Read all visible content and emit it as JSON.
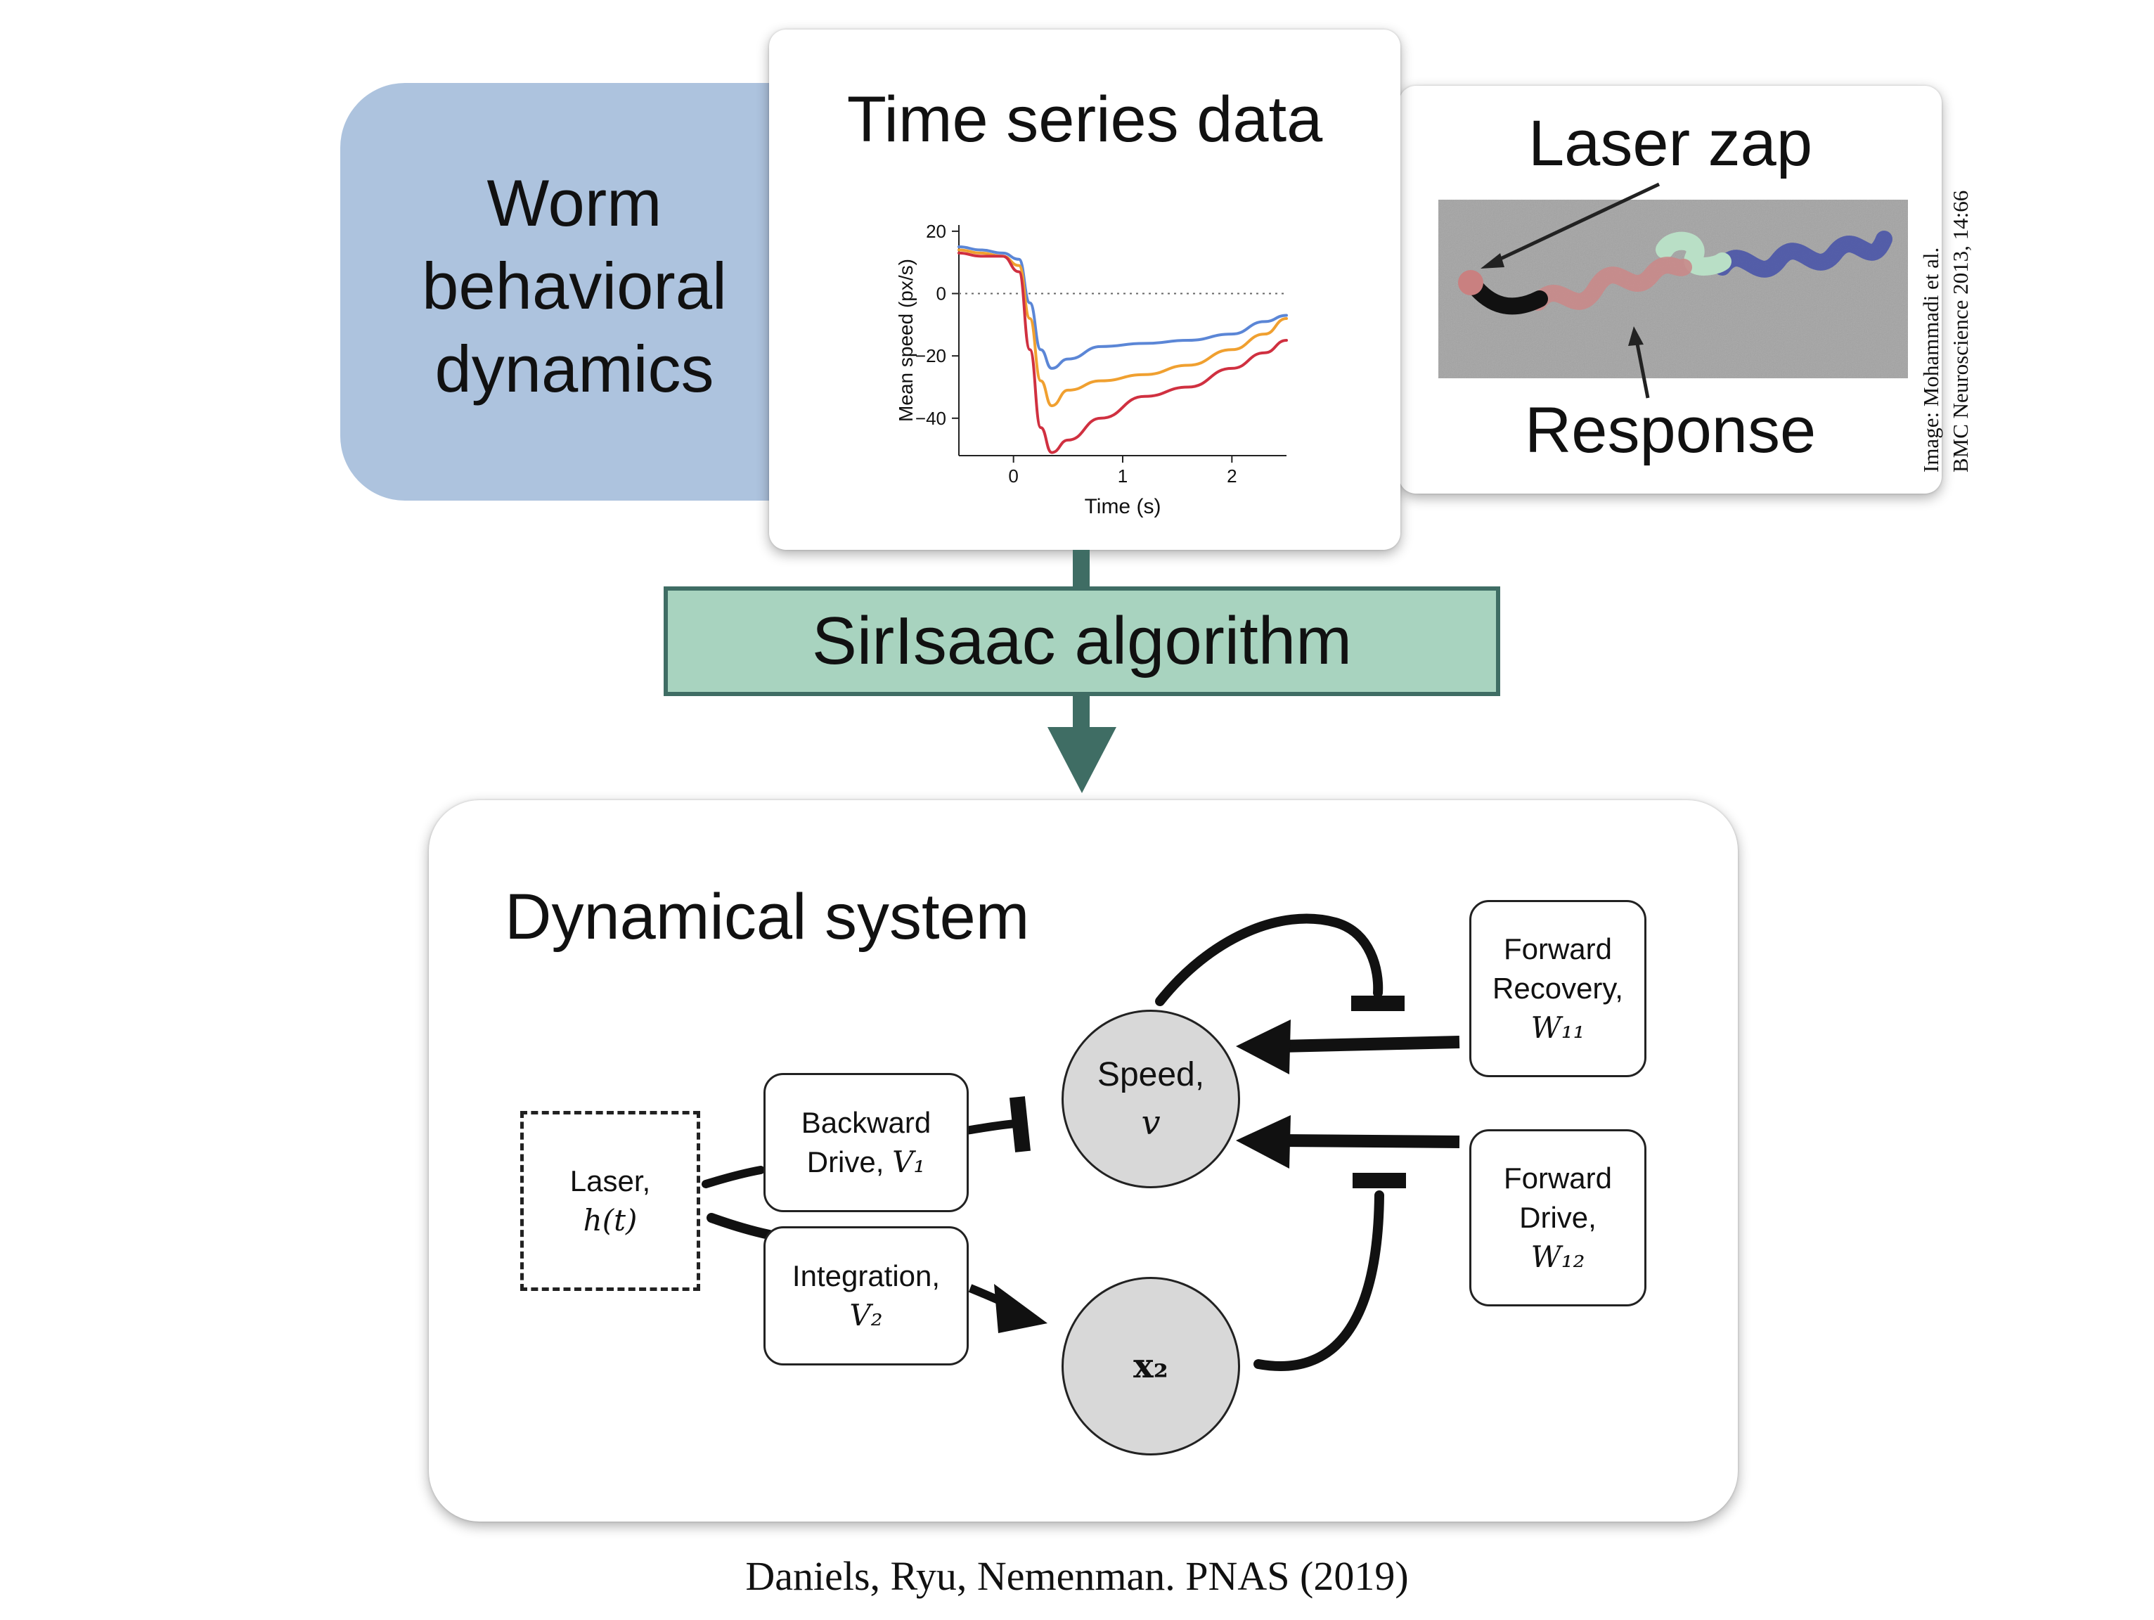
{
  "top": {
    "worm_lines": [
      "Worm",
      "behavioral",
      "dynamics"
    ],
    "time_series_title": "Time series data",
    "laser_title": "Laser zap",
    "response_title": "Response",
    "image_credit_line1": "Image: Mohammadi et al.",
    "image_credit_line2": "BMC Neuroscience 2013, 14:66"
  },
  "algorithm": {
    "label": "SirIsaac algorithm"
  },
  "dynamical": {
    "title": "Dynamical system",
    "laser": {
      "line1": "Laser,",
      "line2": "h(t)"
    },
    "backward": {
      "line1": "Backward",
      "line2": "Drive,",
      "var": "V₁"
    },
    "integration": {
      "line1": "Integration,",
      "var": "V₂"
    },
    "speed": {
      "line1": "Speed,",
      "var": "v"
    },
    "x2": {
      "label": "x₂"
    },
    "forward_recovery": {
      "line1": "Forward",
      "line2": "Recovery,",
      "var": "W₁₁"
    },
    "forward_drive": {
      "line1": "Forward",
      "line2": "Drive,",
      "var": "W₁₂"
    }
  },
  "citation": "Daniels, Ryu, Nemenman. PNAS (2019)",
  "colors": {
    "worm_box": "#adc3de",
    "algorithm_box": "#a8d3bf",
    "arrow": "#3f6d64"
  },
  "chart_data": {
    "type": "line",
    "xlabel": "Time (s)",
    "ylabel": "Mean speed (px/s)",
    "xlim": [
      -0.5,
      2.5
    ],
    "ylim": [
      -52,
      22
    ],
    "xticks": [
      0,
      1,
      2
    ],
    "yticks": [
      20,
      0,
      -20,
      -40
    ],
    "xtick_labels": [
      "0",
      "1",
      "2"
    ],
    "ytick_labels": [
      "20",
      "0",
      "−20",
      "−40"
    ],
    "reference_line": {
      "y": 0,
      "style": "dotted"
    },
    "series": [
      {
        "color": "#5b86d6",
        "x": [
          -0.5,
          -0.3,
          -0.1,
          0.05,
          0.15,
          0.25,
          0.35,
          0.5,
          0.8,
          1.2,
          1.6,
          2.0,
          2.3,
          2.5
        ],
        "y": [
          15,
          14,
          13,
          11,
          -3,
          -18,
          -24,
          -21,
          -17,
          -16,
          -15,
          -13,
          -9,
          -7
        ]
      },
      {
        "color": "#f0a030",
        "x": [
          -0.5,
          -0.3,
          -0.1,
          0.05,
          0.15,
          0.25,
          0.35,
          0.5,
          0.8,
          1.2,
          1.6,
          2.0,
          2.3,
          2.5
        ],
        "y": [
          14,
          13,
          12,
          9,
          -8,
          -28,
          -36,
          -31,
          -28,
          -26,
          -23,
          -18,
          -13,
          -8
        ]
      },
      {
        "color": "#d03040",
        "x": [
          -0.5,
          -0.3,
          -0.1,
          0.05,
          0.15,
          0.25,
          0.35,
          0.5,
          0.8,
          1.2,
          1.6,
          2.0,
          2.3,
          2.5
        ],
        "y": [
          13,
          12,
          12,
          7,
          -18,
          -43,
          -51,
          -47,
          -40,
          -33,
          -30,
          -24,
          -19,
          -15
        ]
      }
    ]
  }
}
